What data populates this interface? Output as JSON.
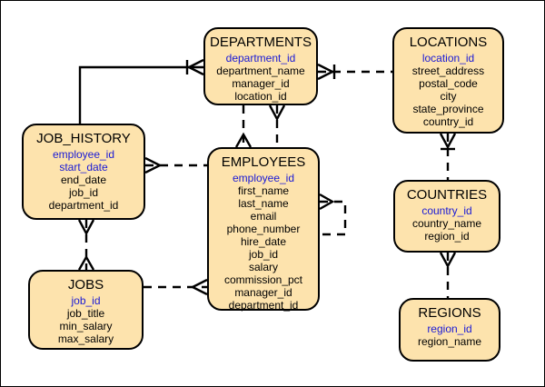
{
  "entities": {
    "departments": {
      "title": "DEPARTMENTS",
      "attributes": [
        {
          "name": "department_id",
          "pk": true
        },
        {
          "name": "department_name",
          "pk": false
        },
        {
          "name": "manager_id",
          "pk": false
        },
        {
          "name": "location_id",
          "pk": false
        }
      ]
    },
    "locations": {
      "title": "LOCATIONS",
      "attributes": [
        {
          "name": "location_id",
          "pk": true
        },
        {
          "name": "street_address",
          "pk": false
        },
        {
          "name": "postal_code",
          "pk": false
        },
        {
          "name": "city",
          "pk": false
        },
        {
          "name": "state_province",
          "pk": false
        },
        {
          "name": "country_id",
          "pk": false
        }
      ]
    },
    "job_history": {
      "title": "JOB_HISTORY",
      "attributes": [
        {
          "name": "employee_id",
          "pk": true
        },
        {
          "name": "start_date",
          "pk": true
        },
        {
          "name": "end_date",
          "pk": false
        },
        {
          "name": "job_id",
          "pk": false
        },
        {
          "name": "department_id",
          "pk": false
        }
      ]
    },
    "employees": {
      "title": "EMPLOYEES",
      "attributes": [
        {
          "name": "employee_id",
          "pk": true
        },
        {
          "name": "first_name",
          "pk": false
        },
        {
          "name": "last_name",
          "pk": false
        },
        {
          "name": "email",
          "pk": false
        },
        {
          "name": "phone_number",
          "pk": false
        },
        {
          "name": "hire_date",
          "pk": false
        },
        {
          "name": "job_id",
          "pk": false
        },
        {
          "name": "salary",
          "pk": false
        },
        {
          "name": "commission_pct",
          "pk": false
        },
        {
          "name": "manager_id",
          "pk": false
        },
        {
          "name": "department_id",
          "pk": false
        }
      ]
    },
    "countries": {
      "title": "COUNTRIES",
      "attributes": [
        {
          "name": "country_id",
          "pk": true
        },
        {
          "name": "country_name",
          "pk": false
        },
        {
          "name": "region_id",
          "pk": false
        }
      ]
    },
    "jobs": {
      "title": "JOBS",
      "attributes": [
        {
          "name": "job_id",
          "pk": true
        },
        {
          "name": "job_title",
          "pk": false
        },
        {
          "name": "min_salary",
          "pk": false
        },
        {
          "name": "max_salary",
          "pk": false
        }
      ]
    },
    "regions": {
      "title": "REGIONS",
      "attributes": [
        {
          "name": "region_id",
          "pk": true
        },
        {
          "name": "region_name",
          "pk": false
        }
      ]
    }
  },
  "colors": {
    "entity_fill": "#fde3ad",
    "entity_border": "#000000",
    "primary_key_text": "#1a1ad6",
    "line": "#000000"
  }
}
